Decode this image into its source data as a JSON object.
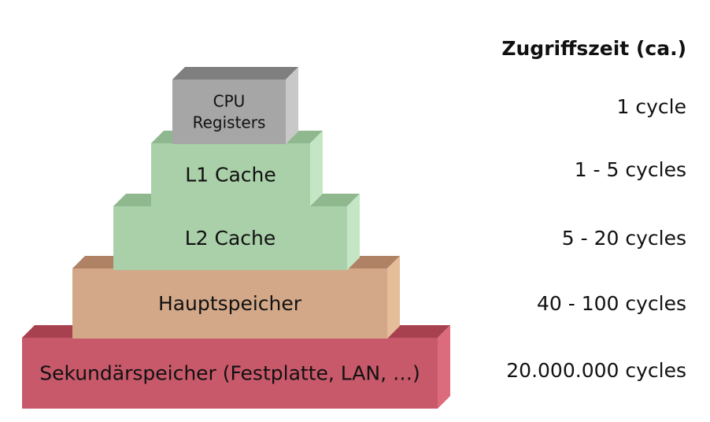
{
  "header": {
    "title": "Zugriffszeit (ca.)"
  },
  "levels": [
    {
      "id": "cpu-registers",
      "label_lines": [
        "CPU",
        "Registers"
      ],
      "timing": "1 cycle",
      "colors": {
        "front": "#a6a6a6",
        "top": "#7f7f7f",
        "side": "#c8c8c8"
      }
    },
    {
      "id": "l1-cache",
      "label_lines": [
        "L1 Cache"
      ],
      "timing": "1 - 5 cycles",
      "colors": {
        "front": "#a9d0a9",
        "top": "#8fb88f",
        "side": "#c4e6c4"
      }
    },
    {
      "id": "l2-cache",
      "label_lines": [
        "L2 Cache"
      ],
      "timing": "5 - 20 cycles",
      "colors": {
        "front": "#a9d0a9",
        "top": "#8fb88f",
        "side": "#c4e6c4"
      }
    },
    {
      "id": "hauptspeicher",
      "label_lines": [
        "Hauptspeicher"
      ],
      "timing": "40 - 100 cycles",
      "colors": {
        "front": "#d3a888",
        "top": "#b08265",
        "side": "#e6bd99"
      }
    },
    {
      "id": "sekundaerspeicher",
      "label_lines": [
        "Sekundärspeicher (Festplatte, LAN, …)"
      ],
      "timing": "20.000.000 cycles",
      "colors": {
        "front": "#c8596b",
        "top": "#a8414f",
        "side": "#dc6c7c"
      }
    }
  ]
}
